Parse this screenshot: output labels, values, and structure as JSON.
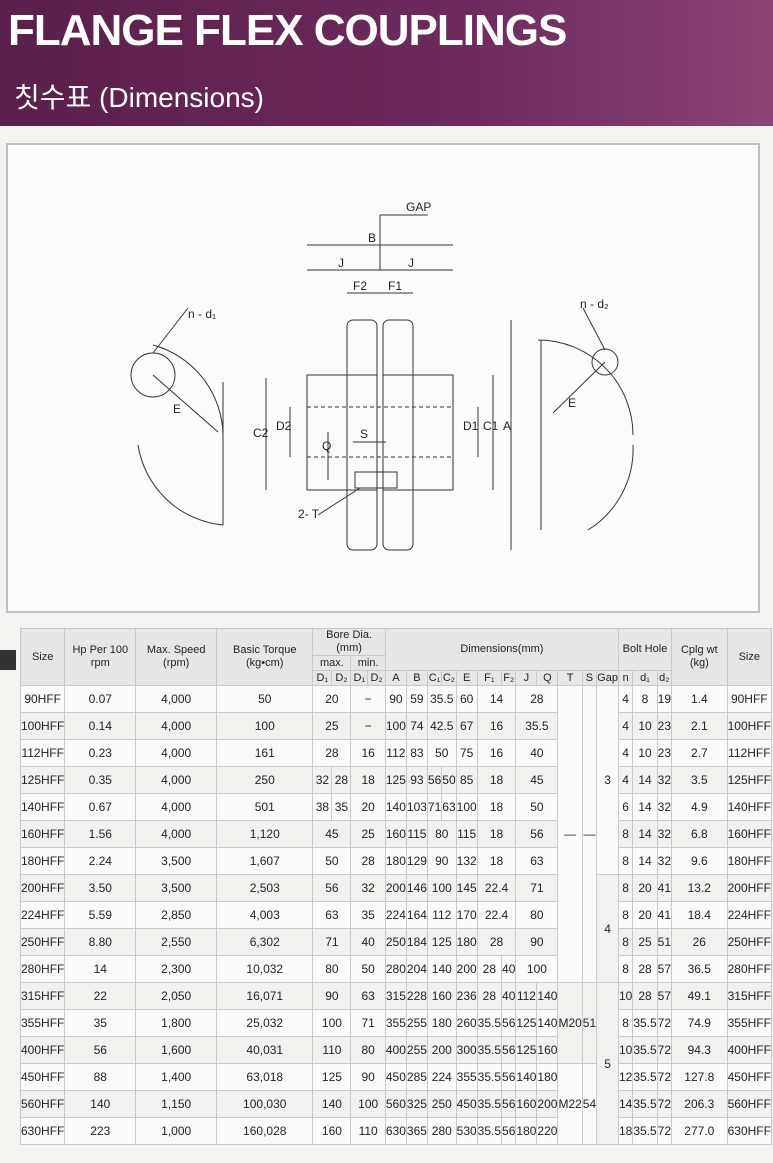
{
  "header": {
    "title": "FLANGE FLEX COUPLINGS",
    "subtitle": "칫수표 (Dimensions)"
  },
  "drawing": {
    "labels": {
      "gap": "GAP",
      "b": "B",
      "j_left": "J",
      "j_right": "J",
      "f2": "F2",
      "f1": "F1",
      "n_d_left": "n - d₁",
      "n_d_right": "n - d₂",
      "e_left": "E",
      "e_right": "E",
      "c2": "C2",
      "d2": "D2",
      "q": "Q",
      "s": "S",
      "d1": "D1",
      "c1": "C1",
      "a": "A",
      "two_t": "2- T"
    }
  },
  "table": {
    "headers": {
      "size": "Size",
      "hp": "Hp Per 100 rpm",
      "speed": "Max. Speed (rpm)",
      "torque": "Basic Torque (kg•cm)",
      "bore": "Bore Dia. (mm)",
      "bore_max": "max.",
      "bore_min": "min.",
      "d1": "D₁",
      "d2": "D₂",
      "dimensions": "Dimensions(mm)",
      "a": "A",
      "b": "B",
      "c1": "C₁",
      "c2": "C₂",
      "e": "E",
      "f1": "F₁",
      "f2": "F₂",
      "j": "J",
      "q": "Q",
      "t": "T",
      "s": "S",
      "gap": "Gap",
      "bolt": "Bolt Hole",
      "n": "n",
      "bd1": "d₁",
      "bd2": "d₂",
      "wt": "Cplg wt (kg)",
      "size2": "Size"
    },
    "dash": "—",
    "gap_values": [
      "3",
      "4",
      "5"
    ],
    "t_values": [
      "M20",
      "M22"
    ],
    "s_values": [
      "51",
      "54"
    ],
    "rows": [
      {
        "size": "90HFF",
        "hp": "0.07",
        "speed": "4,000",
        "torque": "50",
        "bmax": "20",
        "bmax2": "",
        "bmin": "−",
        "a": "90",
        "b": "59",
        "c": "35.5",
        "c2": "",
        "e": "60",
        "f": "14",
        "f2": "",
        "j": "28",
        "q": "",
        "n": "4",
        "d1": "8",
        "d2": "19",
        "wt": "1.4"
      },
      {
        "size": "100HFF",
        "hp": "0.14",
        "speed": "4,000",
        "torque": "100",
        "bmax": "25",
        "bmax2": "",
        "bmin": "−",
        "a": "100",
        "b": "74",
        "c": "42.5",
        "c2": "",
        "e": "67",
        "f": "16",
        "f2": "",
        "j": "35.5",
        "q": "",
        "n": "4",
        "d1": "10",
        "d2": "23",
        "wt": "2.1"
      },
      {
        "size": "112HFF",
        "hp": "0.23",
        "speed": "4,000",
        "torque": "161",
        "bmax": "28",
        "bmax2": "",
        "bmin": "16",
        "a": "112",
        "b": "83",
        "c": "50",
        "c2": "",
        "e": "75",
        "f": "16",
        "f2": "",
        "j": "40",
        "q": "",
        "n": "4",
        "d1": "10",
        "d2": "23",
        "wt": "2.7"
      },
      {
        "size": "125HFF",
        "hp": "0.35",
        "speed": "4,000",
        "torque": "250",
        "bmax": "32",
        "bmax2": "28",
        "bmin": "18",
        "a": "125",
        "b": "93",
        "c": "56",
        "c2": "50",
        "e": "85",
        "f": "18",
        "f2": "",
        "j": "45",
        "q": "",
        "n": "4",
        "d1": "14",
        "d2": "32",
        "wt": "3.5"
      },
      {
        "size": "140HFF",
        "hp": "0.67",
        "speed": "4,000",
        "torque": "501",
        "bmax": "38",
        "bmax2": "35",
        "bmin": "20",
        "a": "140",
        "b": "103",
        "c": "71",
        "c2": "63",
        "e": "100",
        "f": "18",
        "f2": "",
        "j": "50",
        "q": "",
        "n": "6",
        "d1": "14",
        "d2": "32",
        "wt": "4.9"
      },
      {
        "size": "160HFF",
        "hp": "1.56",
        "speed": "4,000",
        "torque": "1,120",
        "bmax": "45",
        "bmax2": "",
        "bmin": "25",
        "a": "160",
        "b": "115",
        "c": "80",
        "c2": "",
        "e": "115",
        "f": "18",
        "f2": "",
        "j": "56",
        "q": "",
        "n": "8",
        "d1": "14",
        "d2": "32",
        "wt": "6.8"
      },
      {
        "size": "180HFF",
        "hp": "2.24",
        "speed": "3,500",
        "torque": "1,607",
        "bmax": "50",
        "bmax2": "",
        "bmin": "28",
        "a": "180",
        "b": "129",
        "c": "90",
        "c2": "",
        "e": "132",
        "f": "18",
        "f2": "",
        "j": "63",
        "q": "",
        "n": "8",
        "d1": "14",
        "d2": "32",
        "wt": "9.6"
      },
      {
        "size": "200HFF",
        "hp": "3.50",
        "speed": "3,500",
        "torque": "2,503",
        "bmax": "56",
        "bmax2": "",
        "bmin": "32",
        "a": "200",
        "b": "146",
        "c": "100",
        "c2": "",
        "e": "145",
        "f": "22.4",
        "f2": "",
        "j": "71",
        "q": "",
        "n": "8",
        "d1": "20",
        "d2": "41",
        "wt": "13.2"
      },
      {
        "size": "224HFF",
        "hp": "5.59",
        "speed": "2,850",
        "torque": "4,003",
        "bmax": "63",
        "bmax2": "",
        "bmin": "35",
        "a": "224",
        "b": "164",
        "c": "112",
        "c2": "",
        "e": "170",
        "f": "22.4",
        "f2": "",
        "j": "80",
        "q": "",
        "n": "8",
        "d1": "20",
        "d2": "41",
        "wt": "18.4"
      },
      {
        "size": "250HFF",
        "hp": "8.80",
        "speed": "2,550",
        "torque": "6,302",
        "bmax": "71",
        "bmax2": "",
        "bmin": "40",
        "a": "250",
        "b": "184",
        "c": "125",
        "c2": "",
        "e": "180",
        "f": "28",
        "f2": "",
        "j": "90",
        "q": "",
        "n": "8",
        "d1": "25",
        "d2": "51",
        "wt": "26"
      },
      {
        "size": "280HFF",
        "hp": "14",
        "speed": "2,300",
        "torque": "10,032",
        "bmax": "80",
        "bmax2": "",
        "bmin": "50",
        "a": "280",
        "b": "204",
        "c": "140",
        "c2": "",
        "e": "200",
        "f": "28",
        "f2": "40",
        "j": "100",
        "q": "",
        "n": "8",
        "d1": "28",
        "d2": "57",
        "wt": "36.5"
      },
      {
        "size": "315HFF",
        "hp": "22",
        "speed": "2,050",
        "torque": "16,071",
        "bmax": "90",
        "bmax2": "",
        "bmin": "63",
        "a": "315",
        "b": "228",
        "c": "160",
        "c2": "",
        "e": "236",
        "f": "28",
        "f2": "40",
        "j": "112",
        "q": "140",
        "n": "10",
        "d1": "28",
        "d2": "57",
        "wt": "49.1"
      },
      {
        "size": "355HFF",
        "hp": "35",
        "speed": "1,800",
        "torque": "25,032",
        "bmax": "100",
        "bmax2": "",
        "bmin": "71",
        "a": "355",
        "b": "255",
        "c": "180",
        "c2": "",
        "e": "260",
        "f": "35.5",
        "f2": "56",
        "j": "125",
        "q": "140",
        "n": "8",
        "d1": "35.5",
        "d2": "72",
        "wt": "74.9"
      },
      {
        "size": "400HFF",
        "hp": "56",
        "speed": "1,600",
        "torque": "40,031",
        "bmax": "110",
        "bmax2": "",
        "bmin": "80",
        "a": "400",
        "b": "255",
        "c": "200",
        "c2": "",
        "e": "300",
        "f": "35.5",
        "f2": "56",
        "j": "125",
        "q": "160",
        "n": "10",
        "d1": "35.5",
        "d2": "72",
        "wt": "94.3"
      },
      {
        "size": "450HFF",
        "hp": "88",
        "speed": "1,400",
        "torque": "63,018",
        "bmax": "125",
        "bmax2": "",
        "bmin": "90",
        "a": "450",
        "b": "285",
        "c": "224",
        "c2": "",
        "e": "355",
        "f": "35.5",
        "f2": "56",
        "j": "140",
        "q": "180",
        "n": "12",
        "d1": "35.5",
        "d2": "72",
        "wt": "127.8"
      },
      {
        "size": "560HFF",
        "hp": "140",
        "speed": "1,150",
        "torque": "100,030",
        "bmax": "140",
        "bmax2": "",
        "bmin": "100",
        "a": "560",
        "b": "325",
        "c": "250",
        "c2": "",
        "e": "450",
        "f": "35.5",
        "f2": "56",
        "j": "160",
        "q": "200",
        "n": "14",
        "d1": "35.5",
        "d2": "72",
        "wt": "206.3"
      },
      {
        "size": "630HFF",
        "hp": "223",
        "speed": "1,000",
        "torque": "160,028",
        "bmax": "160",
        "bmax2": "",
        "bmin": "110",
        "a": "630",
        "b": "365",
        "c": "280",
        "c2": "",
        "e": "530",
        "f": "35.5",
        "f2": "56",
        "j": "180",
        "q": "220",
        "n": "18",
        "d1": "35.5",
        "d2": "72",
        "wt": "277.0"
      }
    ]
  }
}
